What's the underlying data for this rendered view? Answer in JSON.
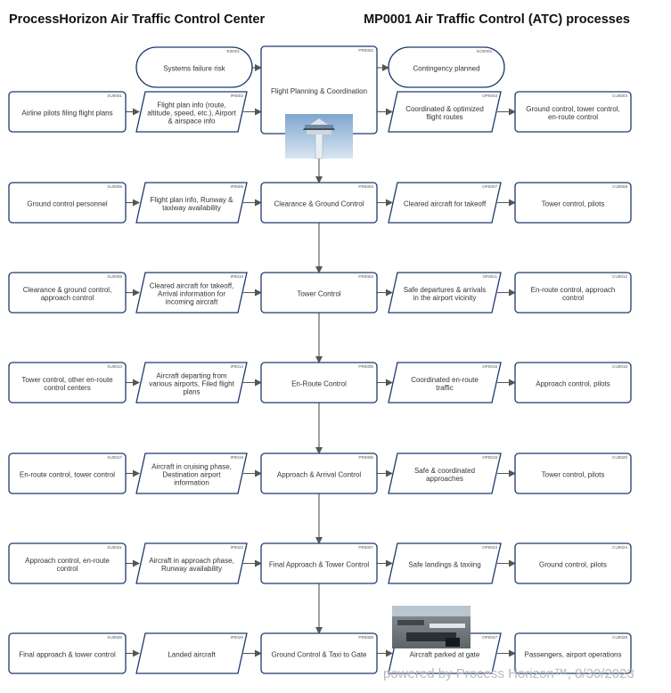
{
  "header": {
    "left_title": "ProcessHorizon Air Traffic Control Center",
    "right_title": "MP0001 Air Traffic Control (ATC) processes"
  },
  "footer": {
    "text": "powered by Process Horizon™, 8/30/2023"
  },
  "images": {
    "control_tower": "control-tower-photo",
    "gate": "airport-apron-photo"
  },
  "events": [
    {
      "code": "EI0001",
      "label": [
        "Systems failure risk"
      ]
    },
    {
      "code": "EO0002",
      "label": [
        "Contingency planned"
      ]
    }
  ],
  "rows": [
    {
      "supplier": {
        "code": "SU0001",
        "label": [
          "Airline pilots filing flight plans"
        ]
      },
      "input": {
        "code": "IP0002",
        "label": [
          "Flight plan info (route,",
          "altitude, speed, etc.), Airport",
          "& airspace info"
        ]
      },
      "process": {
        "code": "PR0002",
        "label": [
          "Flight Planning & Coordination"
        ]
      },
      "output": {
        "code": "OP0003",
        "label": [
          "Coordinated & optimized",
          "flight routes"
        ]
      },
      "customer": {
        "code": "CU0004",
        "label": [
          "Ground control, tower control,",
          "en-route control"
        ]
      }
    },
    {
      "supplier": {
        "code": "SU0005",
        "label": [
          "Ground control personnel"
        ]
      },
      "input": {
        "code": "IP0006",
        "label": [
          "Flight plan info, Runway &",
          "taxiway availability"
        ]
      },
      "process": {
        "code": "PR0003",
        "label": [
          "Clearance & Ground Control"
        ]
      },
      "output": {
        "code": "OP0007",
        "label": [
          "Cleared aircraft for takeoff"
        ]
      },
      "customer": {
        "code": "CU0008",
        "label": [
          "Tower control, pilots"
        ]
      }
    },
    {
      "supplier": {
        "code": "SU0009",
        "label": [
          "Clearance & ground control,",
          "approach control"
        ]
      },
      "input": {
        "code": "IP0010",
        "label": [
          "Cleared aircraft for takeoff,",
          "Arrival information for",
          "incoming aircraft"
        ]
      },
      "process": {
        "code": "PR0004",
        "label": [
          "Tower Control"
        ]
      },
      "output": {
        "code": "OP0011",
        "label": [
          "Safe departures & arrivals",
          "in the airport vicinity"
        ]
      },
      "customer": {
        "code": "CU0012",
        "label": [
          "En-route control, approach",
          "control"
        ]
      }
    },
    {
      "supplier": {
        "code": "SU0013",
        "label": [
          "Tower control, other en-route",
          "control centers"
        ]
      },
      "input": {
        "code": "IP0014",
        "label": [
          "Aircraft departing from",
          "various airports, Filed flight",
          "plans"
        ]
      },
      "process": {
        "code": "PR0005",
        "label": [
          "En-Route Control"
        ]
      },
      "output": {
        "code": "OP0015",
        "label": [
          "Coordinated en-route",
          "traffic"
        ]
      },
      "customer": {
        "code": "CU0016",
        "label": [
          "Approach control, pilots"
        ]
      }
    },
    {
      "supplier": {
        "code": "SU0017",
        "label": [
          "En-route control, tower control"
        ]
      },
      "input": {
        "code": "IP0018",
        "label": [
          "Aircraft in cruising phase,",
          "Destination airport",
          "information"
        ]
      },
      "process": {
        "code": "PR0006",
        "label": [
          "Approach & Arrival Control"
        ]
      },
      "output": {
        "code": "OP0019",
        "label": [
          "Safe & coordinated",
          "approaches"
        ]
      },
      "customer": {
        "code": "CU0020",
        "label": [
          "Tower control, pilots"
        ]
      }
    },
    {
      "supplier": {
        "code": "SU0021",
        "label": [
          "Approach control, en-route",
          "control"
        ]
      },
      "input": {
        "code": "IP0022",
        "label": [
          "Aircraft in approach phase,",
          "Runway availability"
        ]
      },
      "process": {
        "code": "PR0007",
        "label": [
          "Final Approach & Tower Control"
        ]
      },
      "output": {
        "code": "OP0023",
        "label": [
          "Safe landings & taxiing"
        ]
      },
      "customer": {
        "code": "CU0024",
        "label": [
          "Ground control, pilots"
        ]
      }
    },
    {
      "supplier": {
        "code": "SU0025",
        "label": [
          "Final approach & tower control"
        ]
      },
      "input": {
        "code": "IP0026",
        "label": [
          "Landed aircraft"
        ]
      },
      "process": {
        "code": "PR0008",
        "label": [
          "Ground Control & Taxi to Gate"
        ]
      },
      "output": {
        "code": "OP0027",
        "label": [
          "Aircraft parked at gate"
        ]
      },
      "customer": {
        "code": "CU0028",
        "label": [
          "Passengers, airport operations"
        ]
      }
    }
  ]
}
